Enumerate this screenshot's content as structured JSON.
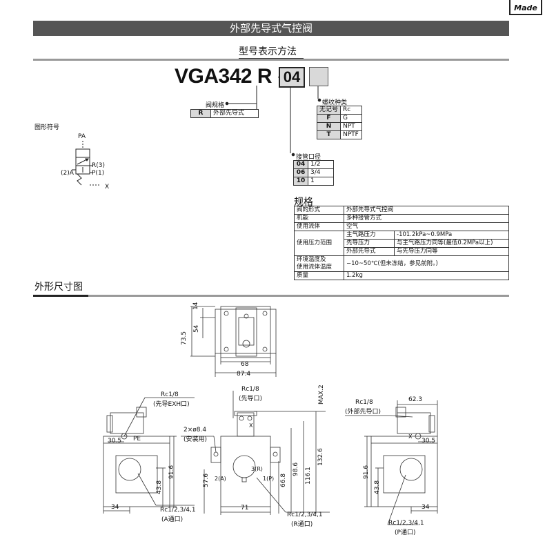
{
  "badge": "Made",
  "title": "外部先导式气控阀",
  "ordering": {
    "heading": "型号表示方法",
    "model_base": "VGA342",
    "model_r": "R",
    "dash": "－",
    "port_code": "04",
    "valve_spec": {
      "label": "阀规格",
      "rows": [
        {
          "code": "R",
          "desc": "外部先导式"
        }
      ]
    },
    "thread": {
      "label": "螺纹种类",
      "rows": [
        {
          "code": "无记号",
          "desc": "Rc"
        },
        {
          "code": "F",
          "desc": "G"
        },
        {
          "code": "N",
          "desc": "NPT"
        },
        {
          "code": "T",
          "desc": "NPTF"
        }
      ]
    },
    "port": {
      "label": "接管口径",
      "rows": [
        {
          "code": "04",
          "desc": "1/2"
        },
        {
          "code": "06",
          "desc": "3/4"
        },
        {
          "code": "10",
          "desc": "1"
        }
      ]
    }
  },
  "symbol": {
    "label": "图形符号",
    "pa": "PA",
    "r": "R(3)",
    "a": "(2)A",
    "p": "P(1)",
    "x": "X"
  },
  "spec": {
    "heading": "规格",
    "rows": {
      "valve_type": {
        "k": "阀的形式",
        "v": "外部先导式气控阀"
      },
      "function": {
        "k": "机能",
        "v": "多种接管方式"
      },
      "fluid": {
        "k": "使用流体",
        "v": "空气"
      },
      "pressure": {
        "k": "使用压力范围",
        "sub": [
          {
            "k": "主气路压力",
            "v": "-101.2kPa~0.9MPa"
          },
          {
            "k": "先导压力",
            "v": "与主气路压力同等(最低0.2MPa以上)"
          },
          {
            "k": "外部先导式",
            "v": "与先导压力同等"
          }
        ]
      },
      "temp": {
        "k1": "环境温度及",
        "k2": "使用流体温度",
        "v": "−10~50℃(但未冻结，参见前附。)"
      },
      "mass": {
        "k": "质量",
        "v": "1.2kg"
      }
    }
  },
  "dims": {
    "heading": "外形尺寸图",
    "top": {
      "d14": "14",
      "d54": "54",
      "d735": "73.5",
      "d68": "68",
      "d874": "87.4"
    },
    "left": {
      "rc18": "Rc1/8",
      "exh": "(先导EXH口)",
      "d305": "30.5",
      "pe": "PE",
      "d916": "91.6",
      "d438": "43.8",
      "d34": "34",
      "rc_a": "Rc1/2,3/4,1",
      "a_port": "(A通口)"
    },
    "center": {
      "rc18": "Rc1/8",
      "pilot": "(先导口)",
      "max": "MAX.2",
      "holes": "2×ø8.4",
      "mount": "(安装用)",
      "d576": "57.6",
      "d668": "66.8",
      "d986": "98.6",
      "d1161": "116.1",
      "d1326": "132.6",
      "d71": "71",
      "port2": "2(A)",
      "port3": "3(R)",
      "port1": "1(P)",
      "x": "X",
      "rc_r": "Rc1/2,3/4,1",
      "r_port": "(R通口)"
    },
    "right": {
      "rc18": "Rc1/8",
      "ext": "(外部先导口)",
      "d623": "62.3",
      "d305": "30.5",
      "x": "X",
      "d916": "91.6",
      "d438": "43.8",
      "d34": "34",
      "rc_p": "Rc1/2,3/4,1",
      "p_port": "(P通口)"
    }
  }
}
